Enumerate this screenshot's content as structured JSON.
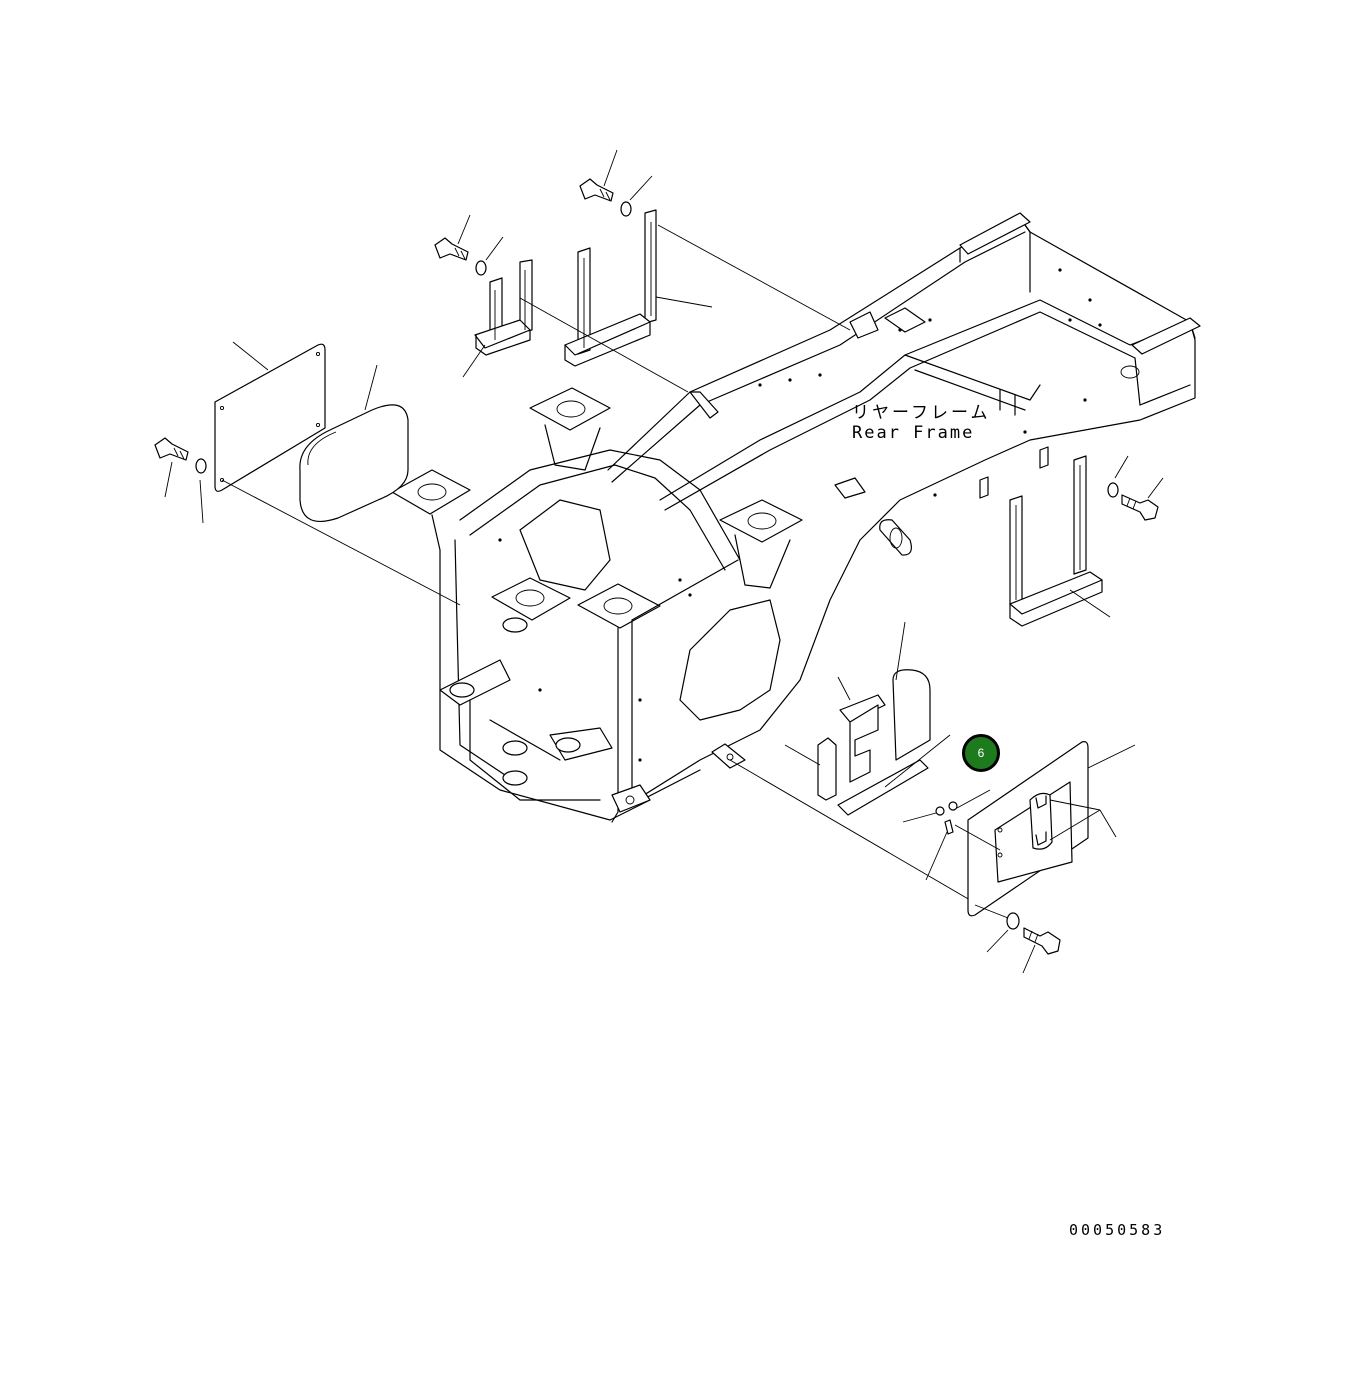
{
  "diagram": {
    "label_jp": "リヤーフレーム",
    "label_en": "Rear Frame",
    "drawing_number": "00050583",
    "callout": {
      "number": "6",
      "color": "#1d7a1d"
    }
  }
}
